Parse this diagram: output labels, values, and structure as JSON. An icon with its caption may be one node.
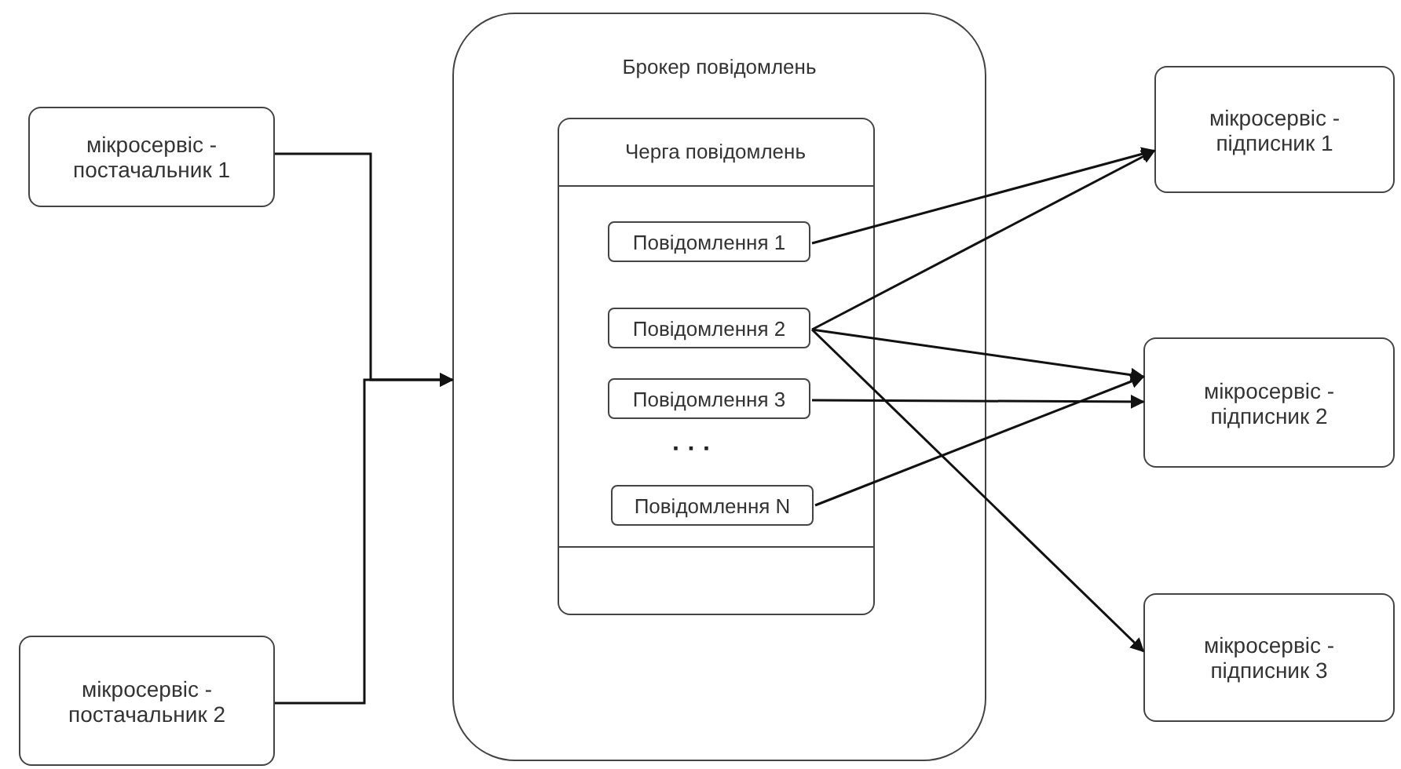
{
  "diagram": {
    "nodes": [
      {
        "text": [
          "мікросервіс - постачальник 1"
        ]
      },
      {
        "text": [
          "мікросервіс - постачальник 2"
        ]
      },
      {
        "text": [
          "Брокер повідомлень"
        ]
      },
      {
        "text": [
          "Черга повідомлень"
        ],
        "in": 2
      },
      {
        "text": [
          "Повідомлення 1"
        ],
        "in": 3
      },
      {
        "text": [
          "Повідомлення 2"
        ],
        "in": 3
      },
      {
        "text": [
          "Повідомлення 3"
        ],
        "in": 3
      },
      {
        "text": [
          "Повідомлення N"
        ],
        "in": 3
      },
      {
        "text": [
          "мікросервіс - підписник 1"
        ]
      },
      {
        "text": [
          "мікросервіс - підписник 2"
        ]
      },
      {
        "text": [
          "мікросервіс - підписник 3"
        ]
      }
    ],
    "edges": [
      {
        "from": 0,
        "to": 2,
        "arrow": "to"
      },
      {
        "from": 1,
        "to": 2,
        "arrow": "to"
      },
      {
        "from": 4,
        "to": 8,
        "arrow": "to"
      },
      {
        "from": 5,
        "to": 8,
        "arrow": "to"
      },
      {
        "from": 5,
        "to": 9,
        "arrow": "to"
      },
      {
        "from": 5,
        "to": 10,
        "arrow": "to"
      },
      {
        "from": 6,
        "to": 9,
        "arrow": "to"
      },
      {
        "from": 7,
        "to": 9,
        "arrow": "to"
      }
    ],
    "labels": [
      "· · ·"
    ]
  }
}
